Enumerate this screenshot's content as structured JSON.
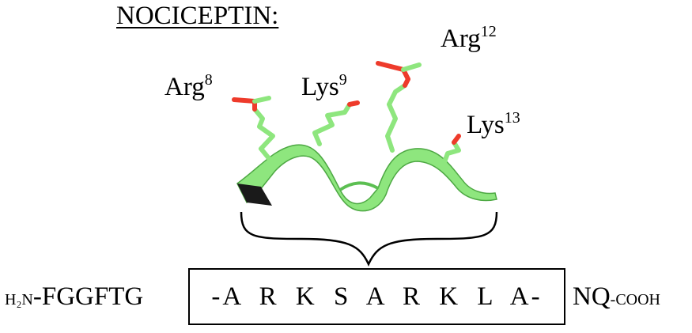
{
  "title": "NOCICEPTIN:",
  "residue_labels": {
    "arg8": {
      "name": "Arg",
      "num": "8"
    },
    "lys9": {
      "name": "Lys",
      "num": "9"
    },
    "arg12": {
      "name": "Arg",
      "num": "12"
    },
    "lys13": {
      "name": "Lys",
      "num": "13"
    }
  },
  "sequence": {
    "n_term_prefix": "H₂N",
    "n_term_residues": "-FGGFTG",
    "boxed_residues": "-A  R  K  S  A  R  K  L  A-",
    "c_term_residues": "NQ",
    "c_term_suffix": "-COOH"
  },
  "colors": {
    "helix": "#8ee67e",
    "helix_dark": "#5cbf52",
    "oxygen": "#ee3b2b",
    "helix_end": "#1a1a1a"
  }
}
